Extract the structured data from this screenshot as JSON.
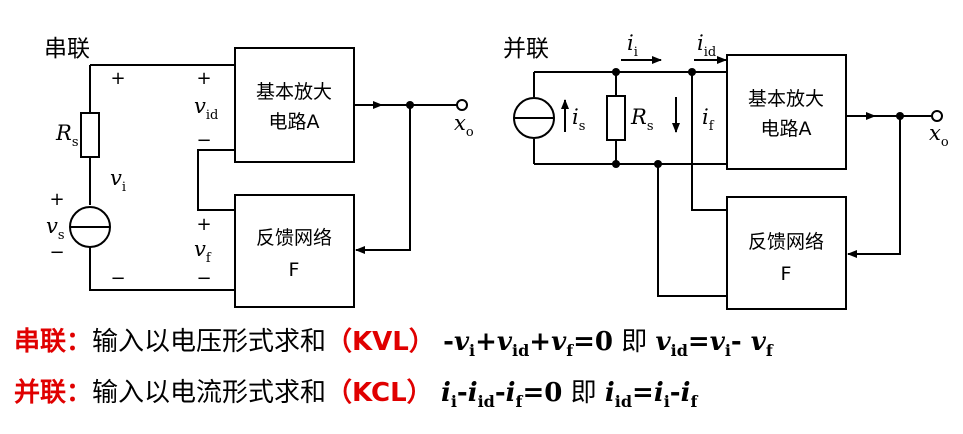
{
  "series": {
    "title": "串联",
    "amp_line1": "基本放大",
    "amp_line2": "电路A",
    "fb_line1": "反馈网络",
    "fb_line2": "F",
    "Rs": {
      "main": "R",
      "sub": "s"
    },
    "vid": {
      "main": "v",
      "sub": "id"
    },
    "vi": {
      "main": "v",
      "sub": "i"
    },
    "vs": {
      "main": "v",
      "sub": "s"
    },
    "vf": {
      "main": "v",
      "sub": "f"
    },
    "xo": {
      "main": "x",
      "sub": "o"
    },
    "plus": "+",
    "minus": "−"
  },
  "shunt": {
    "title": "并联",
    "amp_line1": "基本放大",
    "amp_line2": "电路A",
    "fb_line1": "反馈网络",
    "fb_line2": "F",
    "ii": {
      "main": "i",
      "sub": "i"
    },
    "iid": {
      "main": "i",
      "sub": "id"
    },
    "is": {
      "main": "i",
      "sub": "s"
    },
    "Rs": {
      "main": "R",
      "sub": "s"
    },
    "if": {
      "main": "i",
      "sub": "f"
    },
    "xo": {
      "main": "x",
      "sub": "o"
    }
  },
  "equations": {
    "series": {
      "head": "串联：",
      "text": "输入以电压形式求和",
      "law": "（KVL）",
      "formula_prefix": "-",
      "v": "v",
      "i_sub": "i",
      "plus": "+",
      "id_sub": "id",
      "f_sub": "f",
      "eq0": "=0",
      "ji": "即",
      "eq": "=",
      "minus": "- "
    },
    "shunt": {
      "head": "并联：",
      "text": "输入以电流形式求和",
      "law": "（KCL）",
      "i": "i",
      "i_sub": "i",
      "dash": "-",
      "id_sub": "id",
      "f_sub": "f",
      "eq0": "=0",
      "ji": "即",
      "eq": "="
    }
  },
  "colors": {
    "accent": "#e00000",
    "line": "#000000"
  }
}
